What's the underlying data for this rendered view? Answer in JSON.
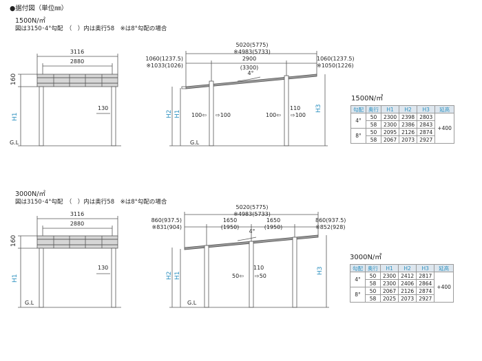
{
  "header": {
    "title": "●据付図（単位㎜）"
  },
  "sections": [
    {
      "load": "1500N/㎡",
      "note": "図は3150･4°勾配　（　）内は奥行58　※は8°勾配の場合",
      "front": {
        "width_outer": "3116",
        "width_inner": "2880",
        "roof_h": "160",
        "post_label": "130",
        "h1": "H1",
        "gl": "G.L"
      },
      "side": {
        "total": "5020(5775)",
        "total_alt": "※4983(5733)",
        "left_over": "1060(1237.5)",
        "left_over_alt": "※1033(1026)",
        "span": "2900",
        "span_alt": "(3300)",
        "angle": "4°",
        "right_over": "1060(1237.5)",
        "right_over_alt": "※1050(1226)",
        "h2": "H2",
        "h1": "H1",
        "h3": "H3",
        "post_left": "100",
        "post_left_b": "100",
        "post_right": "100",
        "post_right_b": "100",
        "post_mid": "110",
        "gl": "G.L"
      },
      "table": {
        "title": "1500N/㎡",
        "headers": [
          "勾配",
          "奥行",
          "H1",
          "H2",
          "H3",
          "延高"
        ],
        "rows": [
          [
            "4°",
            "50",
            "2300",
            "2398",
            "2803"
          ],
          [
            "",
            "58",
            "2300",
            "2386",
            "2843"
          ],
          [
            "8°",
            "50",
            "2095",
            "2126",
            "2874"
          ],
          [
            "",
            "58",
            "2067",
            "2073",
            "2927"
          ]
        ],
        "extra": "+400"
      }
    },
    {
      "load": "3000N/㎡",
      "note": "図は3150･4°勾配　（　）内は奥行58　※は8°勾配の場合",
      "front": {
        "width_outer": "3116",
        "width_inner": "2880",
        "roof_h": "160",
        "post_label": "130",
        "h1": "H1",
        "gl": "G.L"
      },
      "side": {
        "total": "5020(5775)",
        "total_alt": "※4983(5733)",
        "left_over": "860(937.5)",
        "left_over_alt": "※831(904)",
        "span_a": "1650",
        "span_a_alt": "(1950)",
        "span_b": "1650",
        "span_b_alt": "(1950)",
        "angle": "4°",
        "right_over": "860(937.5)",
        "right_over_alt": "※852(928)",
        "h2": "H2",
        "h1": "H1",
        "h3": "H3",
        "post_left": "50",
        "post_left_b": "50",
        "post_mid": "110",
        "gl": "G.L"
      },
      "table": {
        "title": "3000N/㎡",
        "headers": [
          "勾配",
          "奥行",
          "H1",
          "H2",
          "H3",
          "延高"
        ],
        "rows": [
          [
            "4°",
            "50",
            "2300",
            "2412",
            "2817"
          ],
          [
            "",
            "58",
            "2300",
            "2406",
            "2864"
          ],
          [
            "8°",
            "50",
            "2067",
            "2126",
            "2874"
          ],
          [
            "",
            "58",
            "2025",
            "2073",
            "2927"
          ]
        ],
        "extra": "+400"
      }
    }
  ],
  "colors": {
    "blue": "#2a8fbf",
    "line": "#555555",
    "roof": "#6f6f6f",
    "table_head": "#dde6ee"
  }
}
